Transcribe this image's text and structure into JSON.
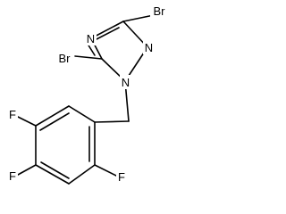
{
  "molecule": {
    "atoms": {
      "n_top": "N",
      "n_right": "N",
      "n_bottom": "N",
      "br_top_right": "Br",
      "br_left": "Br",
      "f_top_left": "F",
      "f_bottom_left": "F",
      "f_bottom_right": "F"
    }
  }
}
